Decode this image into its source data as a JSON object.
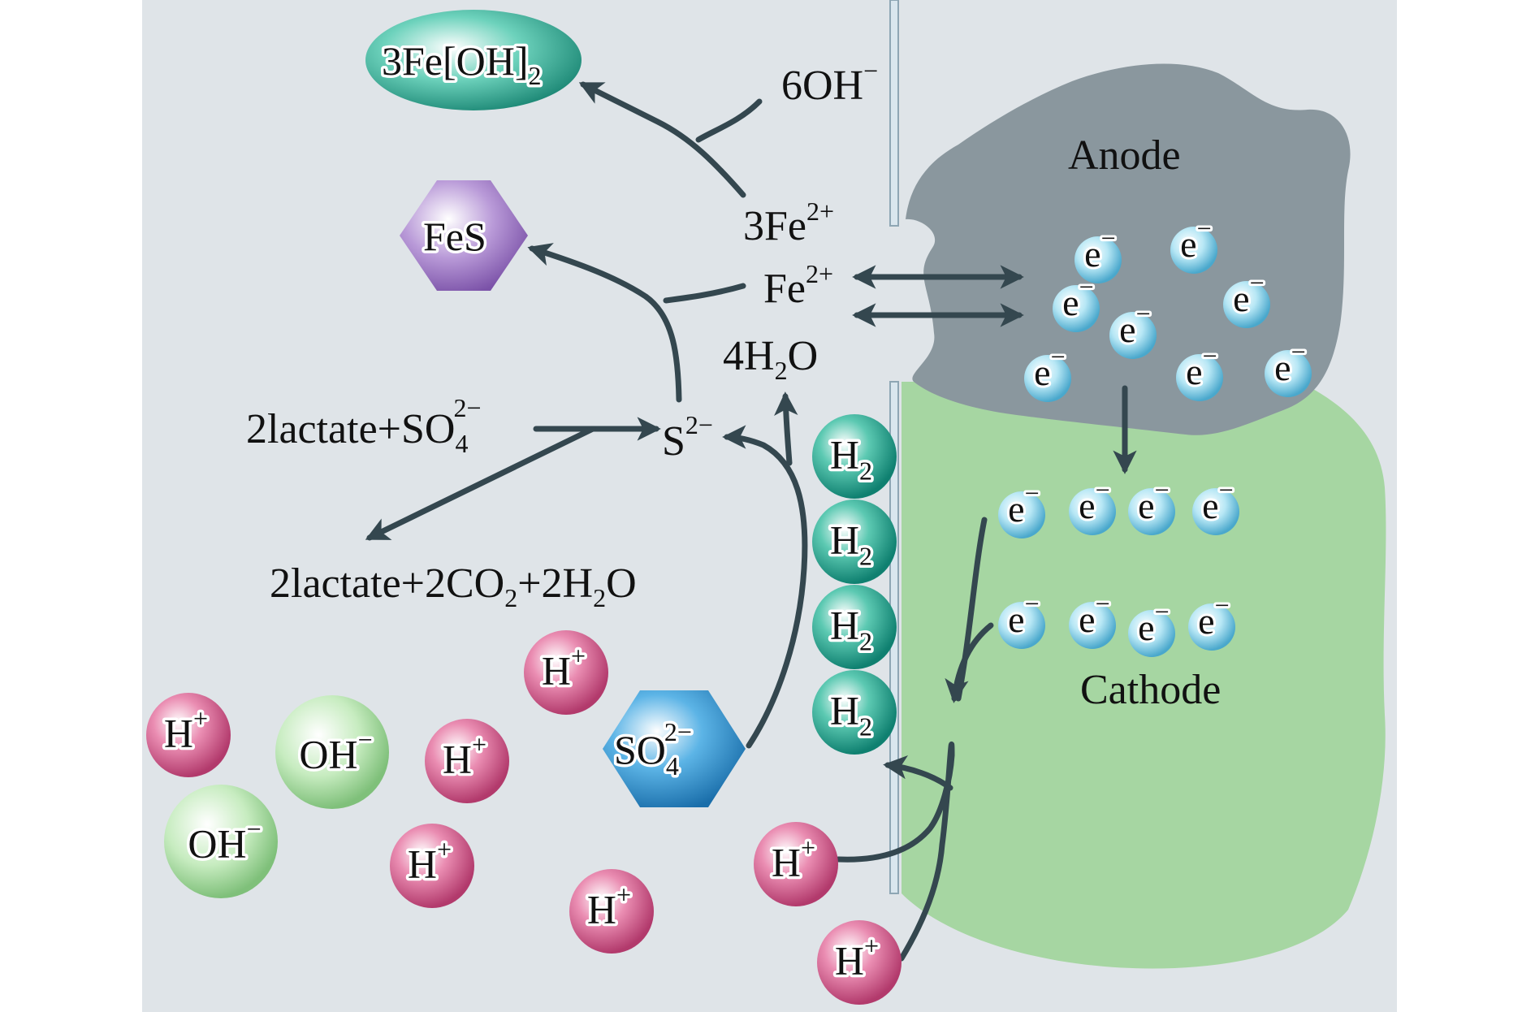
{
  "labels": {
    "anode": "Anode",
    "cathode": "Cathode",
    "fe_oh2_base": "3Fe[OH]",
    "fe_oh2_sub": "2",
    "fes": "FeS",
    "oh6_base": "6OH",
    "oh6_sup": "−",
    "fe3_base": "3Fe",
    "fe3_sup": "2+",
    "fe_base": "Fe",
    "fe_sup": "2+",
    "h2o4_pre": "4H",
    "h2o4_sub": "2",
    "h2o4_post": "O",
    "s2_base": "S",
    "s2_sup": "2−",
    "lactate_base": "2lactate+SO",
    "lactate_sub": "4",
    "lactate_sup": "2−",
    "products_a": "2lactate+2CO",
    "products_sub1": "2",
    "products_b": "+2H",
    "products_sub2": "2",
    "products_c": "O",
    "h2_base": "H",
    "h2_sub": "2",
    "so4_base": "SO",
    "so4_sub": "4",
    "so4_sup": "2−",
    "hplus_base": "H",
    "hplus_sup": "+",
    "ohm_base": "OH",
    "ohm_sup": "−",
    "e_base": "e",
    "e_sup": "−"
  },
  "colors": {
    "background": "#dfe4e8",
    "anode": "#8a979e",
    "cathode": "#a6d6a2",
    "arrow": "#34474f",
    "electron": "#8fd3ea",
    "hplus": "#d05686",
    "ohminus": "#a9dba2",
    "h2": "#24a08c",
    "so4": "#2c8fcf",
    "fes": "#9a72c0",
    "fe_oh2": "#2aaa92",
    "membrane": "#b9cbd6"
  }
}
